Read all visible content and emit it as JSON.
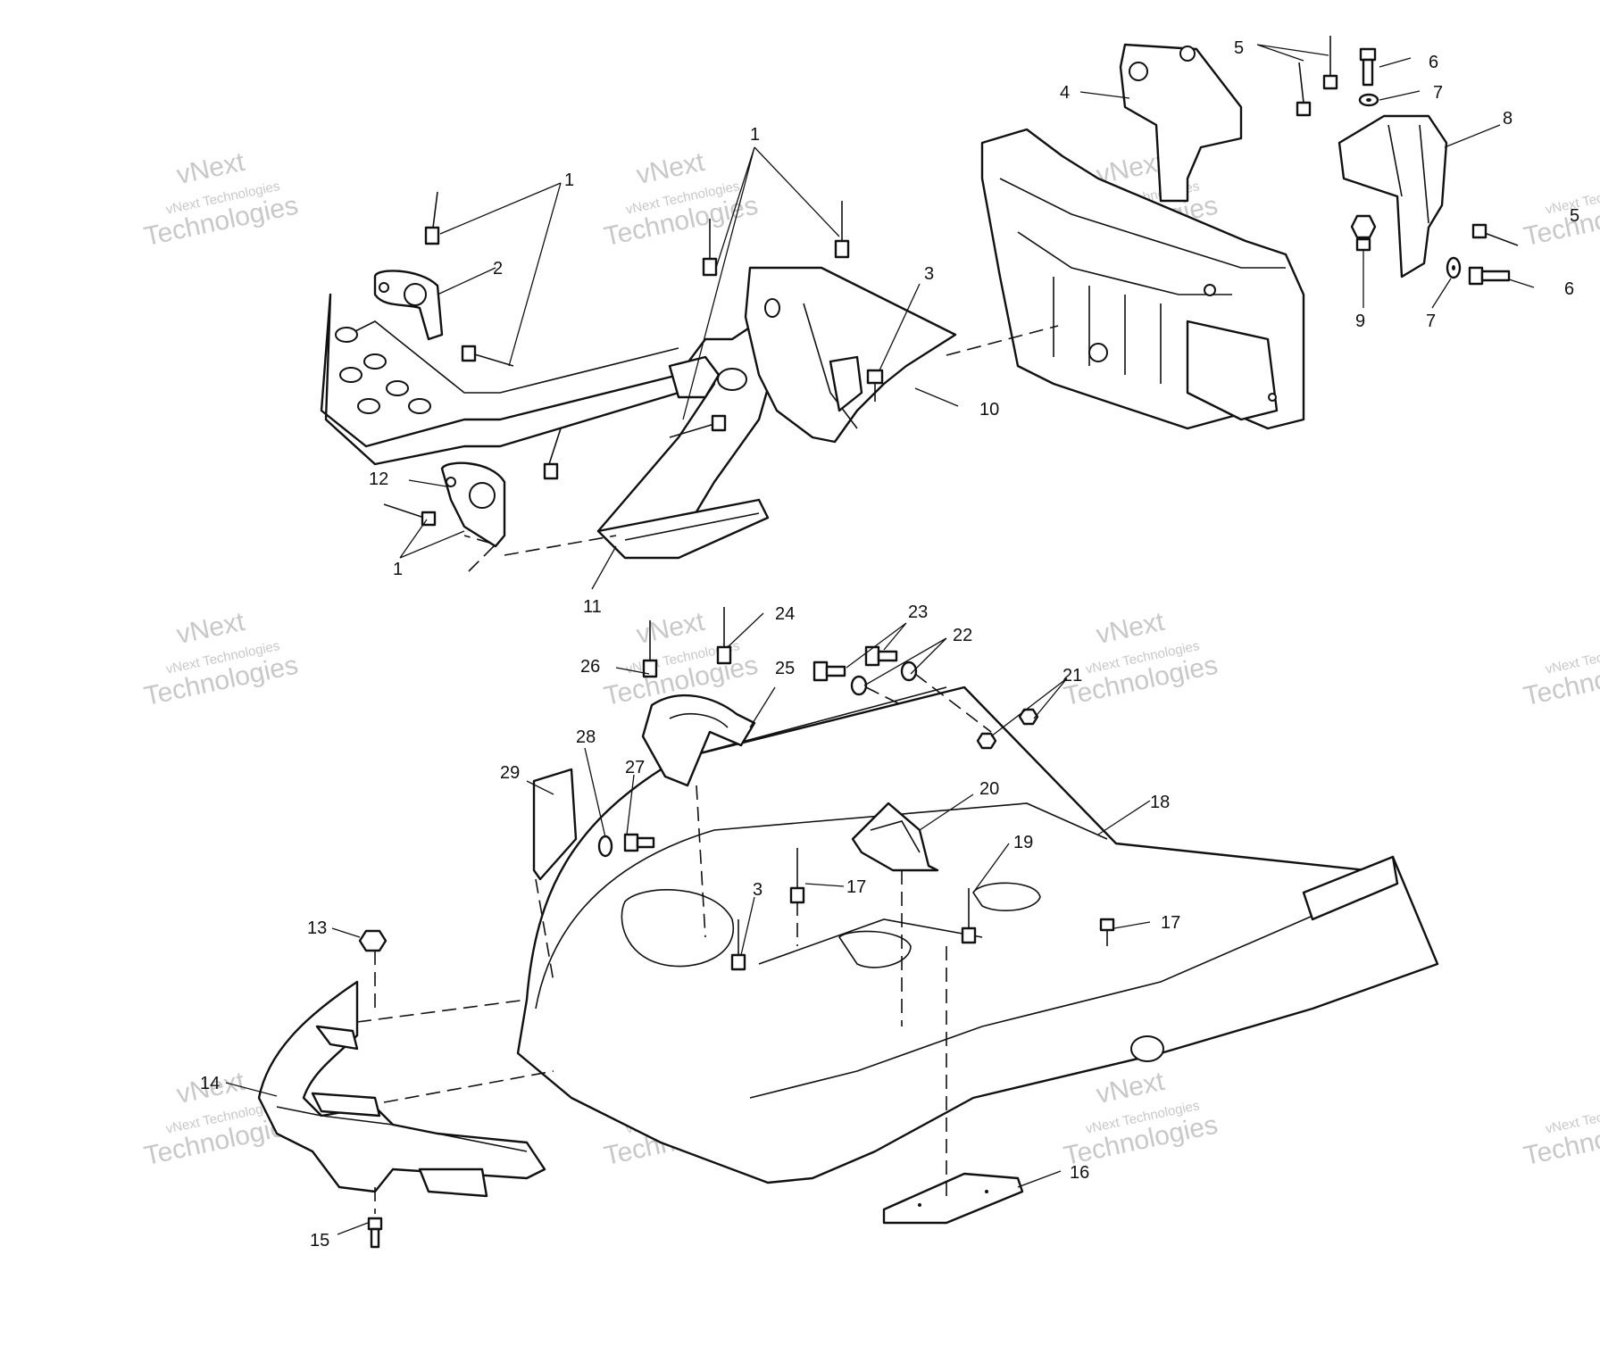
{
  "callouts": [
    {
      "id": "c1a",
      "text": "1"
    },
    {
      "id": "c1b",
      "text": "1"
    },
    {
      "id": "c1c",
      "text": "1"
    },
    {
      "id": "c2",
      "text": "2"
    },
    {
      "id": "c3a",
      "text": "3"
    },
    {
      "id": "c3b",
      "text": "3"
    },
    {
      "id": "c4",
      "text": "4"
    },
    {
      "id": "c5a",
      "text": "5"
    },
    {
      "id": "c5b",
      "text": "5"
    },
    {
      "id": "c6a",
      "text": "6"
    },
    {
      "id": "c6b",
      "text": "6"
    },
    {
      "id": "c7a",
      "text": "7"
    },
    {
      "id": "c7b",
      "text": "7"
    },
    {
      "id": "c8",
      "text": "8"
    },
    {
      "id": "c9",
      "text": "9"
    },
    {
      "id": "c10",
      "text": "10"
    },
    {
      "id": "c11",
      "text": "11"
    },
    {
      "id": "c12",
      "text": "12"
    },
    {
      "id": "c13",
      "text": "13"
    },
    {
      "id": "c14",
      "text": "14"
    },
    {
      "id": "c15",
      "text": "15"
    },
    {
      "id": "c16",
      "text": "16"
    },
    {
      "id": "c17a",
      "text": "17"
    },
    {
      "id": "c17b",
      "text": "17"
    },
    {
      "id": "c18",
      "text": "18"
    },
    {
      "id": "c19",
      "text": "19"
    },
    {
      "id": "c20",
      "text": "20"
    },
    {
      "id": "c21",
      "text": "21"
    },
    {
      "id": "c22",
      "text": "22"
    },
    {
      "id": "c23",
      "text": "23"
    },
    {
      "id": "c24",
      "text": "24"
    },
    {
      "id": "c25",
      "text": "25"
    },
    {
      "id": "c26",
      "text": "26"
    },
    {
      "id": "c27",
      "text": "27"
    },
    {
      "id": "c28",
      "text": "28"
    },
    {
      "id": "c29",
      "text": "29"
    }
  ],
  "watermark": {
    "line_small": "vNext Technologies",
    "line_big": "Technologies",
    "line_top": "vNext"
  }
}
